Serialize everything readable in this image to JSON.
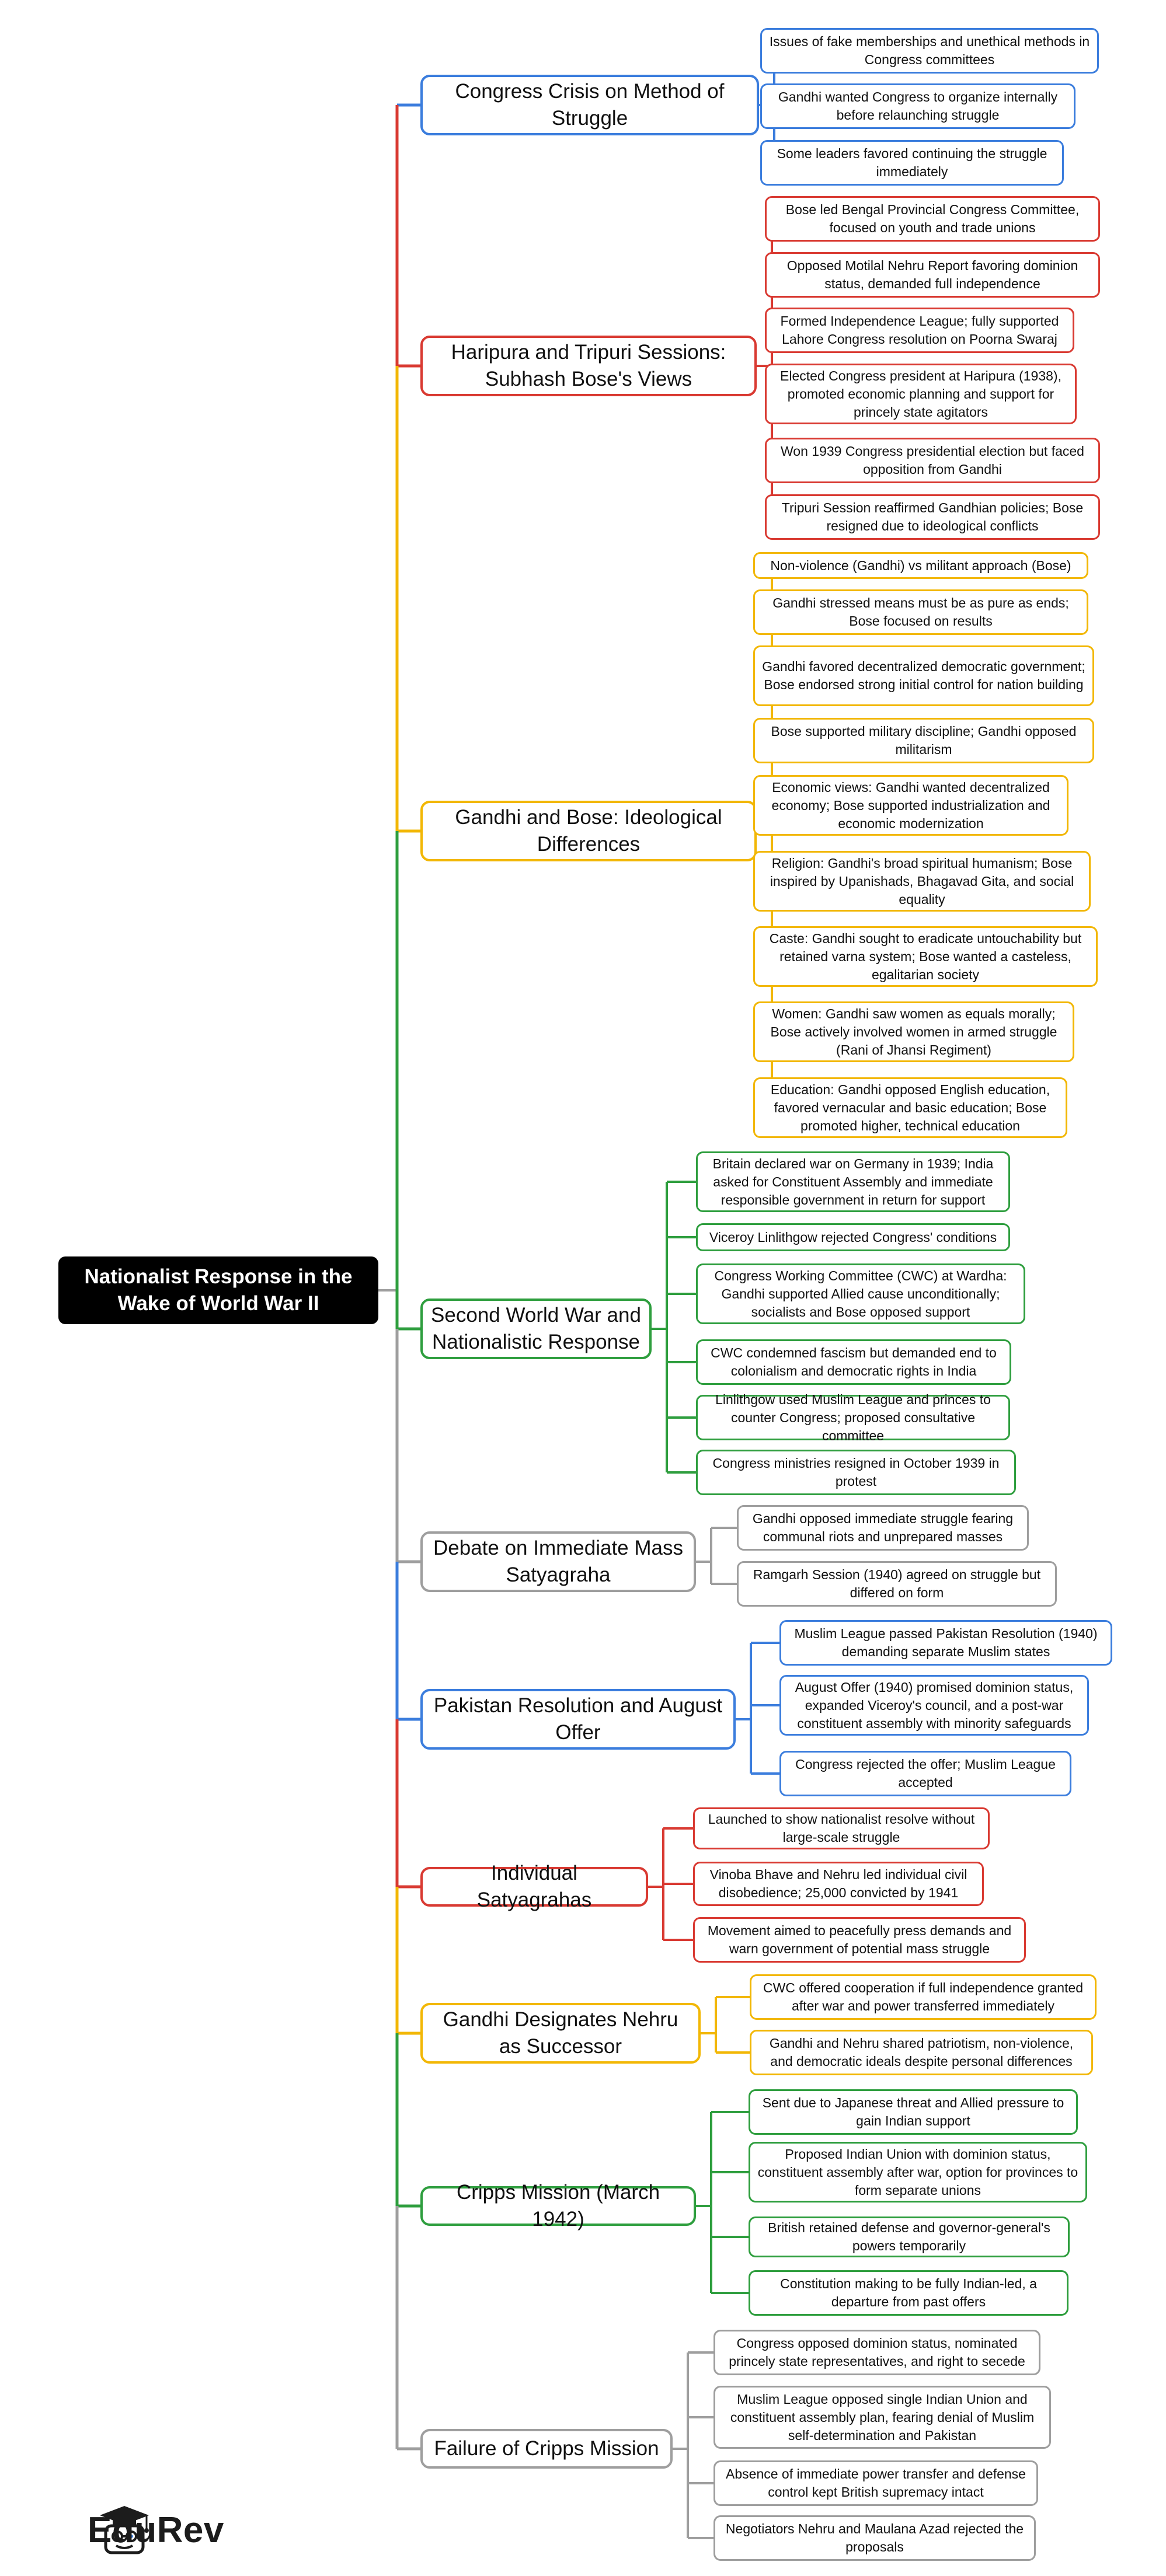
{
  "root": {
    "title": "Nationalist Response in the Wake of World War II"
  },
  "colors": {
    "blue": "#3b7ddd",
    "red": "#d93a32",
    "yellow": "#f2b705",
    "green": "#2e9e3e",
    "gray": "#9e9e9e",
    "root_bg": "#000000"
  },
  "branches": [
    {
      "title": "Congress Crisis on Method of Struggle",
      "color": "blue",
      "children": [
        "Issues of fake memberships and unethical methods in Congress committees",
        "Gandhi wanted Congress to organize internally before relaunching struggle",
        "Some leaders favored continuing the struggle immediately"
      ]
    },
    {
      "title": "Haripura and Tripuri Sessions: Subhash Bose's Views",
      "color": "red",
      "children": [
        "Bose led Bengal Provincial Congress Committee, focused on youth and trade unions",
        "Opposed Motilal Nehru Report favoring dominion status, demanded full independence",
        "Formed Independence League; fully supported Lahore Congress resolution on Poorna Swaraj",
        "Elected Congress president at Haripura (1938), promoted economic planning and support for princely state agitators",
        "Won 1939 Congress presidential election but faced opposition from Gandhi",
        "Tripuri Session reaffirmed Gandhian policies; Bose resigned due to ideological conflicts"
      ]
    },
    {
      "title": "Gandhi and Bose: Ideological Differences",
      "color": "yellow",
      "children": [
        "Non-violence (Gandhi) vs militant approach (Bose)",
        "Gandhi stressed means must be as pure as ends; Bose focused on results",
        "Gandhi favored decentralized democratic government; Bose endorsed strong initial control for nation building",
        "Bose supported military discipline; Gandhi opposed militarism",
        "Economic views: Gandhi wanted decentralized economy; Bose supported industrialization and economic modernization",
        "Religion: Gandhi's broad spiritual humanism; Bose inspired by Upanishads, Bhagavad Gita, and social equality",
        "Caste: Gandhi sought to eradicate untouchability but retained varna system; Bose wanted a casteless, egalitarian society",
        "Women: Gandhi saw women as equals morally; Bose actively involved women in armed struggle (Rani of Jhansi Regiment)",
        "Education: Gandhi opposed English education, favored vernacular and basic education; Bose promoted higher, technical education"
      ]
    },
    {
      "title": "Second World War and Nationalistic Response",
      "color": "green",
      "children": [
        "Britain declared war on Germany in 1939; India asked for Constituent Assembly and immediate responsible government in return for support",
        "Viceroy Linlithgow rejected Congress' conditions",
        "Congress Working Committee (CWC) at Wardha: Gandhi supported Allied cause unconditionally; socialists and Bose opposed support",
        "CWC condemned fascism but demanded end to colonialism and democratic rights in India",
        "Linlithgow used Muslim League and princes to counter Congress; proposed consultative committee",
        "Congress ministries resigned in October 1939 in protest"
      ]
    },
    {
      "title": "Debate on Immediate Mass Satyagraha",
      "color": "gray",
      "children": [
        "Gandhi opposed immediate struggle fearing communal riots and unprepared masses",
        "Ramgarh Session (1940) agreed on struggle but differed on form"
      ]
    },
    {
      "title": "Pakistan Resolution and August Offer",
      "color": "blue",
      "children": [
        "Muslim League passed Pakistan Resolution (1940) demanding separate Muslim states",
        "August Offer (1940) promised dominion status, expanded Viceroy's council, and a post-war constituent assembly with minority safeguards",
        "Congress rejected the offer; Muslim League accepted"
      ]
    },
    {
      "title": "Individual Satyagrahas",
      "color": "red",
      "children": [
        "Launched to show nationalist resolve without large-scale struggle",
        "Vinoba Bhave and Nehru led individual civil disobedience; 25,000 convicted by 1941",
        "Movement aimed to peacefully press demands and warn government of potential mass struggle"
      ]
    },
    {
      "title": "Gandhi Designates Nehru as Successor",
      "color": "yellow",
      "children": [
        "CWC offered cooperation if full independence granted after war and power transferred immediately",
        "Gandhi and Nehru shared patriotism, non-violence, and democratic ideals despite personal differences"
      ]
    },
    {
      "title": "Cripps Mission (March 1942)",
      "color": "green",
      "children": [
        "Sent due to Japanese threat and Allied pressure to gain Indian support",
        "Proposed Indian Union with dominion status, constituent assembly after war, option for provinces to form separate unions",
        "British retained defense and governor-general's powers temporarily",
        "Constitution making to be fully Indian-led, a departure from past offers"
      ]
    },
    {
      "title": "Failure of Cripps Mission",
      "color": "gray",
      "children": [
        "Congress opposed dominion status, nominated princely state representatives, and right to secede",
        "Muslim League opposed single Indian Union and constituent assembly plan, fearing denial of Muslim self-determination and Pakistan",
        "Absence of immediate power transfer and defense control kept British supremacy intact",
        "Negotiators Nehru and Maulana Azad rejected the proposals"
      ]
    }
  ],
  "brand": {
    "name": "EduRev"
  }
}
